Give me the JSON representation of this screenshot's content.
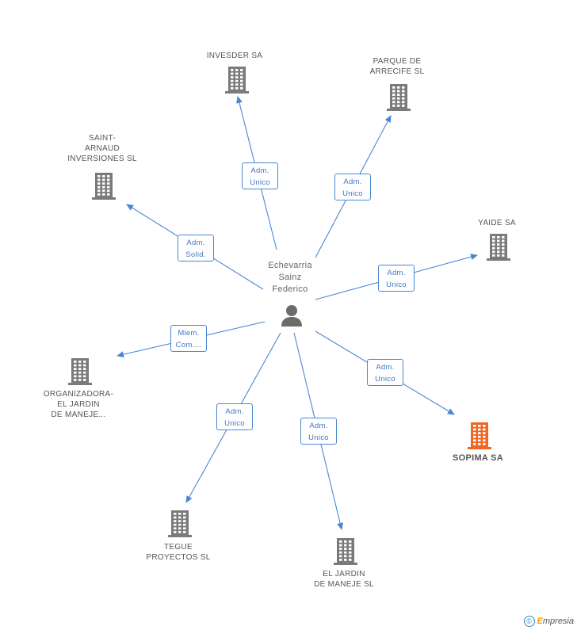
{
  "center": {
    "name_lines": [
      "Echevarria",
      "Sainz",
      "Federico"
    ],
    "icon": "person-icon"
  },
  "nodes": [
    {
      "id": "invesder",
      "label_lines": [
        "INVESDER SA"
      ],
      "icon": "building-icon",
      "highlight": false
    },
    {
      "id": "parque",
      "label_lines": [
        "PARQUE DE",
        "ARRECIFE SL"
      ],
      "icon": "building-icon",
      "highlight": false
    },
    {
      "id": "saint",
      "label_lines": [
        "SAINT-",
        "ARNAUD",
        "INVERSIONES SL"
      ],
      "icon": "building-icon",
      "highlight": false
    },
    {
      "id": "yaide",
      "label_lines": [
        "YAIDE SA"
      ],
      "icon": "building-icon",
      "highlight": false
    },
    {
      "id": "organizadora",
      "label_lines": [
        "ORGANIZADORA-",
        "EL JARDIN",
        "DE MANEJE..."
      ],
      "icon": "building-icon",
      "highlight": false
    },
    {
      "id": "sopima",
      "label_lines": [
        "SOPIMA SA"
      ],
      "icon": "building-icon",
      "highlight": true
    },
    {
      "id": "tegue",
      "label_lines": [
        "TEGUE",
        "PROYECTOS SL"
      ],
      "icon": "building-icon",
      "highlight": false
    },
    {
      "id": "eljardin",
      "label_lines": [
        "EL JARDIN",
        "DE MANEJE SL"
      ],
      "icon": "building-icon",
      "highlight": false
    }
  ],
  "edges": [
    {
      "to": "invesder",
      "role_lines": [
        "Adm.",
        "Unico"
      ]
    },
    {
      "to": "parque",
      "role_lines": [
        "Adm.",
        "Unico"
      ]
    },
    {
      "to": "saint",
      "role_lines": [
        "Adm.",
        "Solid."
      ]
    },
    {
      "to": "yaide",
      "role_lines": [
        "Adm.",
        "Unico"
      ]
    },
    {
      "to": "organizadora",
      "role_lines": [
        "Miem.",
        "Com...."
      ]
    },
    {
      "to": "sopima",
      "role_lines": [
        "Adm.",
        "Unico"
      ]
    },
    {
      "to": "tegue",
      "role_lines": [
        "Adm.",
        "Unico"
      ]
    },
    {
      "to": "eljardin",
      "role_lines": [
        "Adm.",
        "Unico"
      ]
    }
  ],
  "colors": {
    "edge": "#4a86d4",
    "building": "#7a7a7a",
    "building_highlight": "#f26522",
    "person": "#6b6b6b"
  },
  "footer": {
    "copyright_symbol": "©",
    "brand_initial": "E",
    "brand_rest": "mpresia"
  }
}
